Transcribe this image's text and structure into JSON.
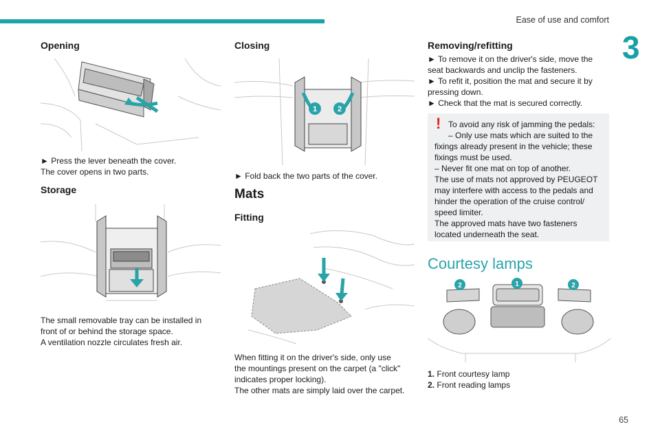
{
  "header": {
    "chapter_title": "Ease of use and comfort",
    "chapter_number": "3",
    "page_number": "65"
  },
  "colors": {
    "accent": "#1aa3a8",
    "warning": "#e2231a",
    "box_bg": "#eef0f1"
  },
  "col1": {
    "opening": {
      "heading": "Opening",
      "lines": [
        "► Press the lever beneath the cover.",
        "The cover opens in two parts."
      ]
    },
    "storage": {
      "heading": "Storage",
      "lines": [
        "The small removable tray can be installed in",
        "front of or behind the storage space.",
        "A ventilation nozzle circulates fresh air."
      ]
    }
  },
  "col2": {
    "closing": {
      "heading": "Closing",
      "lines": [
        "► Fold back the two parts of the cover."
      ],
      "callouts": [
        "1",
        "2"
      ]
    },
    "mats": {
      "heading": "Mats"
    },
    "fitting": {
      "heading": "Fitting",
      "lines": [
        "When fitting it on the driver's side, only use",
        "the mountings present on the carpet (a \"click\"",
        "indicates proper locking).",
        "The other mats are simply laid over the carpet."
      ]
    }
  },
  "col3": {
    "removing": {
      "heading": "Removing/refitting",
      "lines": [
        "► To remove it on the driver's side, move the",
        "seat backwards and unclip the fasteners.",
        "► To refit it, position the mat and secure it by",
        "pressing down.",
        "► Check that the mat is secured correctly."
      ]
    },
    "warning": {
      "icon": "!",
      "lines": [
        "To avoid any risk of jamming the pedals:",
        "– Only use mats which are suited to the",
        "fixings already present in the vehicle; these",
        "fixings must be used.",
        "– Never fit one mat on top of another.",
        "The use of mats not approved by PEUGEOT",
        "may interfere with access to the pedals and",
        "hinder the operation of the cruise control/",
        "speed limiter.",
        "The approved mats have two fasteners",
        "located underneath the seat."
      ]
    },
    "courtesy": {
      "heading": "Courtesy lamps",
      "callouts": [
        "2",
        "1",
        "2"
      ],
      "legend": [
        {
          "num": "1.",
          "text": "Front courtesy lamp"
        },
        {
          "num": "2.",
          "text": "Front reading lamps"
        }
      ]
    }
  }
}
